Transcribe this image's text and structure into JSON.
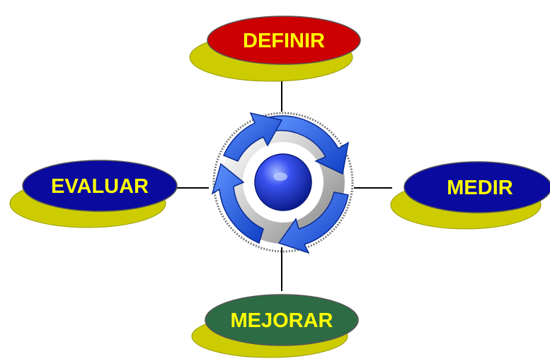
{
  "nodes": {
    "top": {
      "label": "DEFINIR",
      "fill": "#cc0000"
    },
    "right": {
      "label": "MEDIR",
      "fill": "#0a0a9e"
    },
    "bottom": {
      "label": "MEJORAR",
      "fill": "#2d6b45"
    },
    "left": {
      "label": "EVALUAR",
      "fill": "#0a0a9e"
    }
  },
  "colors": {
    "label_text": "#ffff00",
    "shadow": "#cccc00",
    "connector": "#000000",
    "cycle_arrows": "#1e63e6",
    "center_sphere": "#1a2fd8"
  },
  "icons": {
    "center": "recycle-cycle-arrows-icon"
  }
}
